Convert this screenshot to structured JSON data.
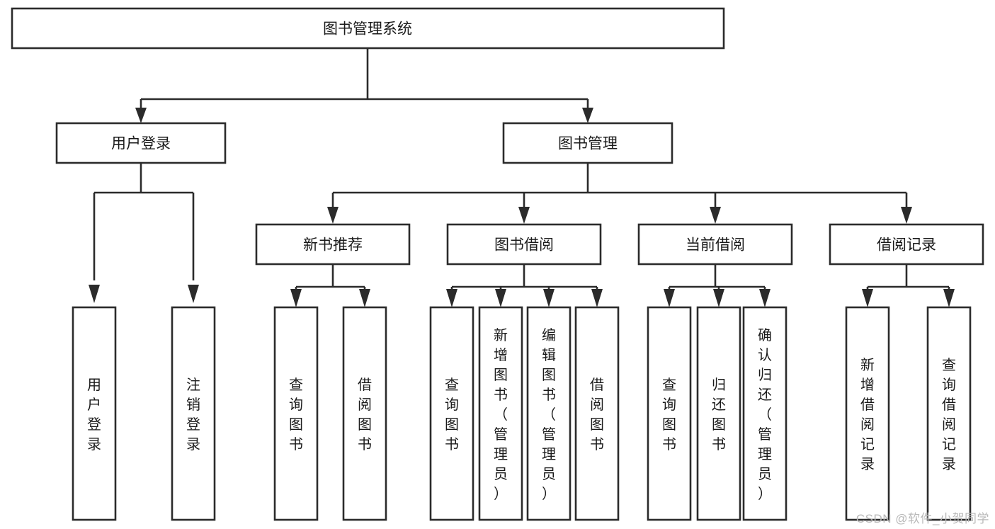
{
  "diagram": {
    "type": "tree",
    "title": "图书管理系统",
    "watermark": "CSDN @软件_小贺同学",
    "levels": [
      {
        "level": 1,
        "nodes": [
          {
            "id": "root",
            "label": "图书管理系统",
            "orientation": "horizontal"
          }
        ]
      },
      {
        "level": 2,
        "nodes": [
          {
            "id": "user-login",
            "label": "用户登录",
            "orientation": "horizontal",
            "parent": "root"
          },
          {
            "id": "book-manage",
            "label": "图书管理",
            "orientation": "horizontal",
            "parent": "root"
          }
        ]
      },
      {
        "level": 3,
        "nodes": [
          {
            "id": "new-book-rec",
            "label": "新书推荐",
            "orientation": "horizontal",
            "parent": "book-manage"
          },
          {
            "id": "book-borrow",
            "label": "图书借阅",
            "orientation": "horizontal",
            "parent": "book-manage"
          },
          {
            "id": "current-borrow",
            "label": "当前借阅",
            "orientation": "horizontal",
            "parent": "book-manage"
          },
          {
            "id": "borrow-record",
            "label": "借阅记录",
            "orientation": "horizontal",
            "parent": "book-manage"
          }
        ]
      },
      {
        "level": 4,
        "nodes": [
          {
            "id": "leaf-user-login",
            "label": "用户登录",
            "orientation": "vertical",
            "parent": "user-login"
          },
          {
            "id": "leaf-logout",
            "label": "注销登录",
            "orientation": "vertical",
            "parent": "user-login"
          },
          {
            "id": "leaf-query-book-1",
            "label": "查询图书",
            "orientation": "vertical",
            "parent": "new-book-rec"
          },
          {
            "id": "leaf-borrow-book-1",
            "label": "借阅图书",
            "orientation": "vertical",
            "parent": "new-book-rec"
          },
          {
            "id": "leaf-query-book-2",
            "label": "查询图书",
            "orientation": "vertical",
            "parent": "book-borrow"
          },
          {
            "id": "leaf-add-book",
            "label": "新增图书（管理员）",
            "orientation": "vertical",
            "parent": "book-borrow"
          },
          {
            "id": "leaf-edit-book",
            "label": "编辑图书（管理员）",
            "orientation": "vertical",
            "parent": "book-borrow"
          },
          {
            "id": "leaf-borrow-book-2",
            "label": "借阅图书",
            "orientation": "vertical",
            "parent": "book-borrow"
          },
          {
            "id": "leaf-query-book-3",
            "label": "查询图书",
            "orientation": "vertical",
            "parent": "current-borrow"
          },
          {
            "id": "leaf-return-book",
            "label": "归还图书",
            "orientation": "vertical",
            "parent": "current-borrow"
          },
          {
            "id": "leaf-confirm-return",
            "label": "确认归还（管理员）",
            "orientation": "vertical",
            "parent": "current-borrow"
          },
          {
            "id": "leaf-add-record",
            "label": "新增借阅记录",
            "orientation": "vertical",
            "parent": "borrow-record"
          },
          {
            "id": "leaf-query-record",
            "label": "查询借阅记录",
            "orientation": "vertical",
            "parent": "borrow-record"
          }
        ]
      }
    ],
    "colors": {
      "stroke": "#2b2b2b",
      "fill": "#ffffff",
      "text": "#1a1a1a",
      "watermark": "#b9b9b9"
    }
  }
}
